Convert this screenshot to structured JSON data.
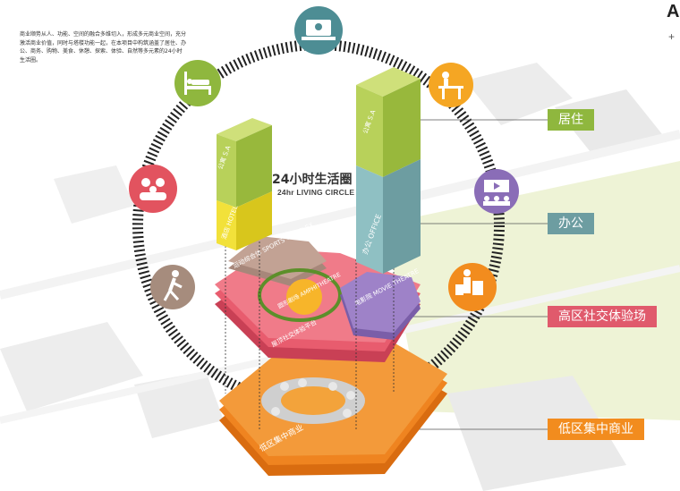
{
  "intro_text": "商业顺势从人、功能、空间的融合多维切入，形成多元商业空间，充分激活商业价值，同时与塔楼功能一起，在本项目中构筑涵盖了居住、办公、商务、购物、美食、休憩、探索、体验、自然等多元素的24小时生活圈。",
  "corner": {
    "letter": "A",
    "plus": "+"
  },
  "center": {
    "title": "24小时生活圈",
    "subtitle": "24hr LIVING CIRCLE"
  },
  "tags": [
    {
      "label": "居住",
      "color": "#8fb73e"
    },
    {
      "label": "办公",
      "color": "#6d9da1"
    },
    {
      "label": "高区社交体验场",
      "color": "#e05a6c"
    },
    {
      "label": "低区集中商业",
      "color": "#f28c1e"
    }
  ],
  "towers": {
    "left": {
      "upper": "公寓\nS.A",
      "lower": "酒店\nHOTEL"
    },
    "right": {
      "upper": "公寓\nS.A",
      "lower": "办公\nOFFICE"
    }
  },
  "podium_labels": {
    "sports": "运动综合体 SPORTS COMPLEX",
    "amphitheatre": "圆形剧场 AMPHITHEATRE",
    "movie": "电影院 MOVIE THEATRE",
    "platform": "屋顶社交体验平台",
    "retail": "低区集中商业"
  },
  "icons": [
    {
      "name": "office-computer-icon",
      "color": "#4d8d94"
    },
    {
      "name": "dining-icon",
      "color": "#f5a623"
    },
    {
      "name": "cinema-icon",
      "color": "#8a6db7"
    },
    {
      "name": "shopping-icon",
      "color": "#f28c1e"
    },
    {
      "name": "walking-person-icon",
      "color": "#a68c7d"
    },
    {
      "name": "social-group-icon",
      "color": "#e2535f"
    },
    {
      "name": "hotel-bed-icon",
      "color": "#8fb73e"
    }
  ]
}
